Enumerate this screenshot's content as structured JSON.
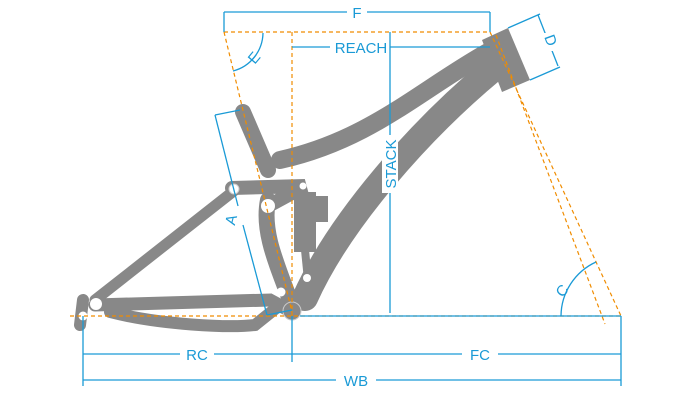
{
  "title": "Frame geometry diagram",
  "labels": {
    "F": "F",
    "reach": "REACH",
    "D": "D",
    "E": "E",
    "stack": "STACK",
    "A": "A",
    "C": "C",
    "RC": "RC",
    "FC": "FC",
    "WB": "WB"
  },
  "colors": {
    "dimension": "#1a9ad6",
    "reference": "#f08c00",
    "frame": "#888888"
  }
}
